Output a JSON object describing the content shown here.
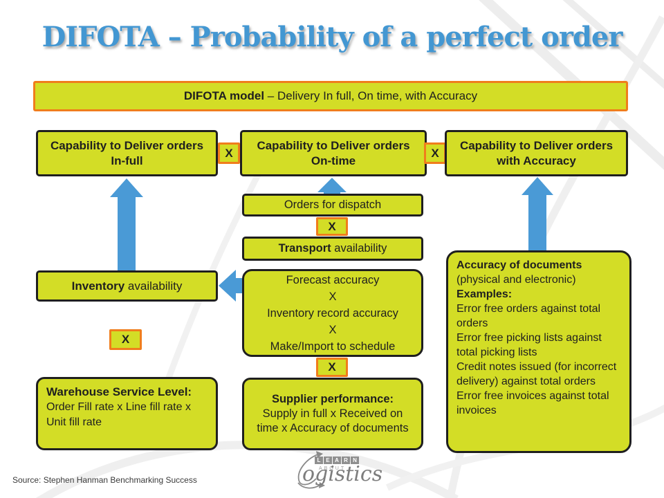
{
  "title": "DIFOTA – Probability of a perfect order",
  "banner": {
    "bold": "DIFOTA model",
    "rest": " – Delivery In full, On time, with Accuracy"
  },
  "multiply_label": "X",
  "capabilities": {
    "in_full": "Capability to Deliver orders In-full",
    "on_time": "Capability to Deliver orders On-time",
    "accuracy": "Capability to Deliver orders with Accuracy"
  },
  "middle": {
    "orders_for_dispatch": "Orders for dispatch",
    "transport": {
      "bold": "Transport",
      "rest": " availability"
    },
    "forecast": {
      "lines": [
        "Forecast accuracy",
        "X",
        "Inventory record accuracy",
        "X",
        "Make/Import to schedule"
      ]
    },
    "supplier": {
      "heading": "Supplier performance:",
      "body": "Supply in full x Received on time x Accuracy of documents"
    }
  },
  "left": {
    "inventory": {
      "bold": "Inventory",
      "rest": " availability"
    },
    "warehouse": {
      "heading": "Warehouse Service Level:",
      "body": "Order Fill rate x  Line fill rate x Unit fill rate"
    }
  },
  "right": {
    "heading": "Accuracy of documents",
    "subheading": "(physical and electronic)",
    "examples_label": "Examples:",
    "examples": [
      "Error free orders against total orders",
      "Error free picking lists against total picking lists",
      "Credit notes issued (for incorrect delivery) against total orders",
      "Error free invoices against total invoices"
    ]
  },
  "footer": {
    "source": "Source: Stephen Hanman Benchmarking Success",
    "logo": {
      "learn_letters": [
        "L",
        "E",
        "A",
        "R",
        "N"
      ],
      "about": "ABOUT",
      "script": "ogistics"
    }
  },
  "colors": {
    "box_fill": "#d3dd26",
    "box_border": "#1f1f1f",
    "multiply_border": "#f07d1c",
    "arrow_blue": "#4a9ad6",
    "title_blue": "#4397d2"
  }
}
